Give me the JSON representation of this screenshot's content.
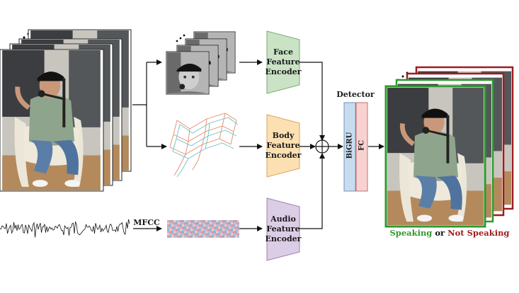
{
  "encoders": {
    "face": "Face Feature Encoder",
    "body": "Body Feature Encoder",
    "audio": "Audio Feature Encoder"
  },
  "mfcc_label": "MFCC",
  "detector": {
    "title": "Detector",
    "bigru": "BiGRU",
    "fc": "FC"
  },
  "output": {
    "speaking": "Speaking",
    "or": "or",
    "not_speaking": "Not Speaking"
  },
  "colors": {
    "face_encoder": "#c9e3c4",
    "body_encoder": "#fde0b2",
    "audio_encoder": "#dccde6",
    "bigru": "#c9dcef",
    "fc": "#f7d2d0",
    "speaking_green": "#2e9a2e",
    "not_speaking_red": "#a01c1c"
  }
}
